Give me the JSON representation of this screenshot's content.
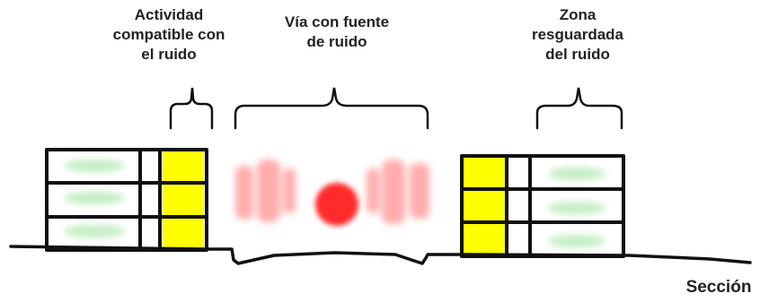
{
  "labels": {
    "left": [
      "Actividad",
      "compatible con",
      "el ruido"
    ],
    "center": [
      "Vía con fuente",
      "de ruido"
    ],
    "right": [
      "Zona",
      "resguardada",
      "del ruido"
    ],
    "corner": "Sección"
  },
  "colors": {
    "line": "#111111",
    "yellow": "#ffff00",
    "green_blur": "#9be29b",
    "red_source": "#ff2a2a",
    "red_wave": "#ff8a8a"
  }
}
